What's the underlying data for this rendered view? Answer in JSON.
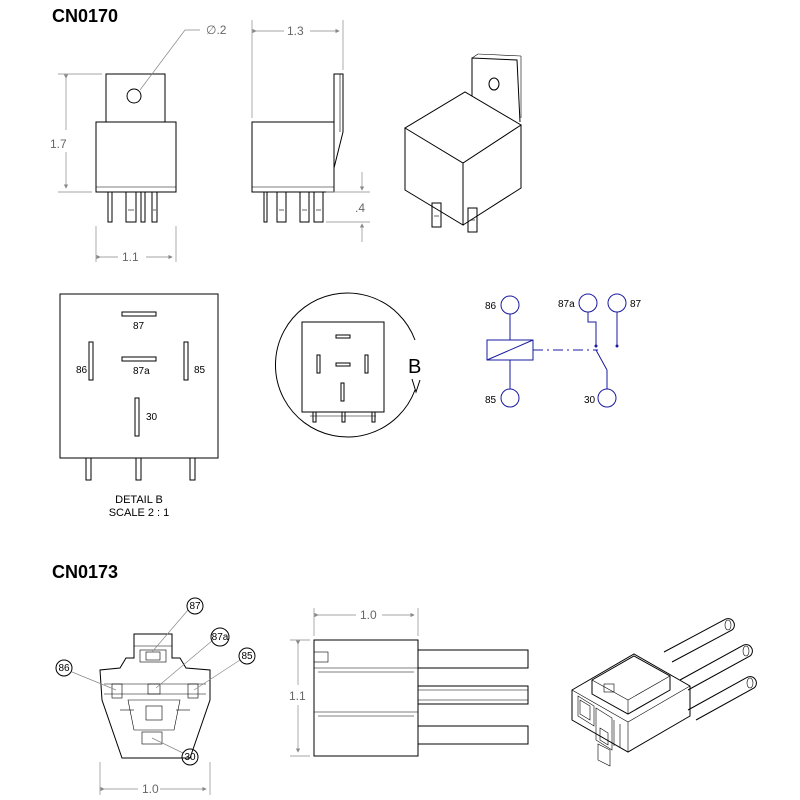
{
  "sections": {
    "cn0170": "CN0170",
    "cn0173": "CN0173"
  },
  "dimensions": {
    "hole_dia": "∅.2",
    "width_top": "1.3",
    "height": "1.7",
    "pin_len": ".4",
    "width_front": "1.1",
    "cn0173_width_side": "1.0",
    "cn0173_height": "1.1",
    "cn0173_width_front": "1.0"
  },
  "detail": {
    "label": "DETAIL B",
    "scale": "SCALE 2 : 1",
    "callout": "B",
    "pins": {
      "p87": "87",
      "p86": "86",
      "p87a": "87a",
      "p85": "85",
      "p30": "30"
    }
  },
  "schematic": {
    "pins": {
      "p86": "86",
      "p87a": "87a",
      "p87": "87",
      "p85": "85",
      "p30": "30"
    },
    "line_color": "#1a1aa0"
  },
  "cn0173_callouts": {
    "p87": "87",
    "p87a": "87a",
    "p86": "86",
    "p85": "85",
    "p30": "30"
  }
}
